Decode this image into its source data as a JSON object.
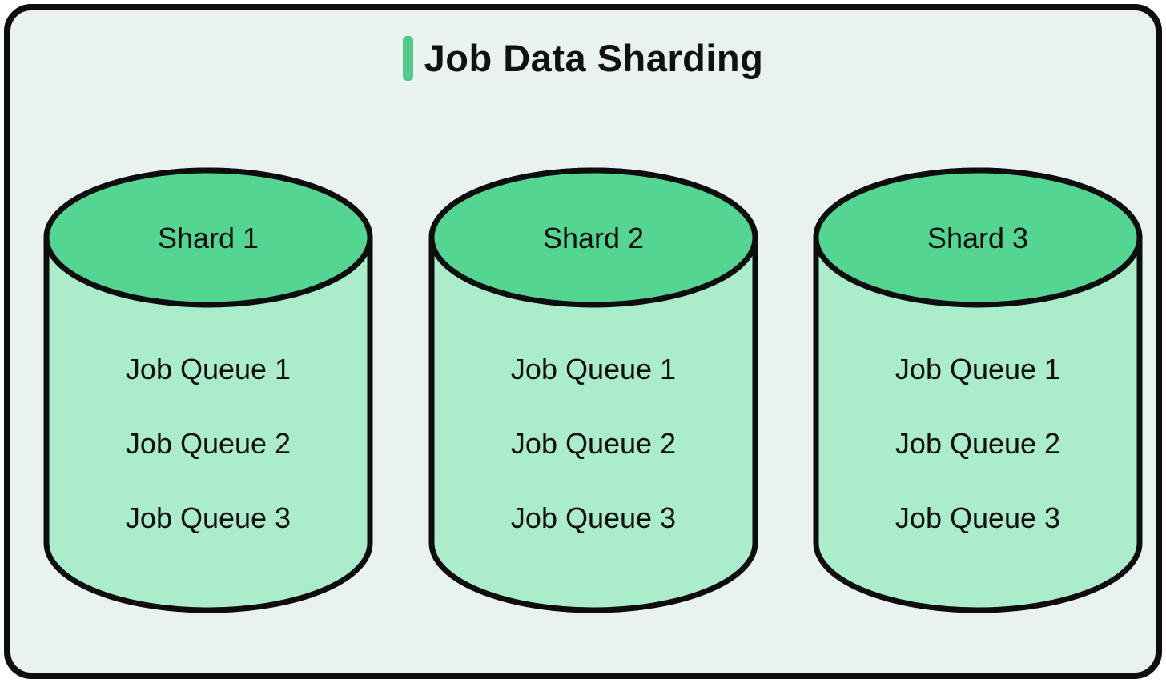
{
  "title": "Job Data Sharding",
  "colors": {
    "canvas-bg": "#eaf2ef",
    "line": "#0d0d0d",
    "accent": "#54c98c",
    "cyl-top": "#55d592",
    "cyl-body": "#abeccb",
    "text": "#101010"
  },
  "shards": [
    {
      "name": "Shard 1",
      "queues": [
        "Job Queue 1",
        "Job Queue 2",
        "Job Queue 3"
      ]
    },
    {
      "name": "Shard 2",
      "queues": [
        "Job Queue 1",
        "Job Queue 2",
        "Job Queue 3"
      ]
    },
    {
      "name": "Shard 3",
      "queues": [
        "Job Queue 1",
        "Job Queue 2",
        "Job Queue 3"
      ]
    }
  ]
}
